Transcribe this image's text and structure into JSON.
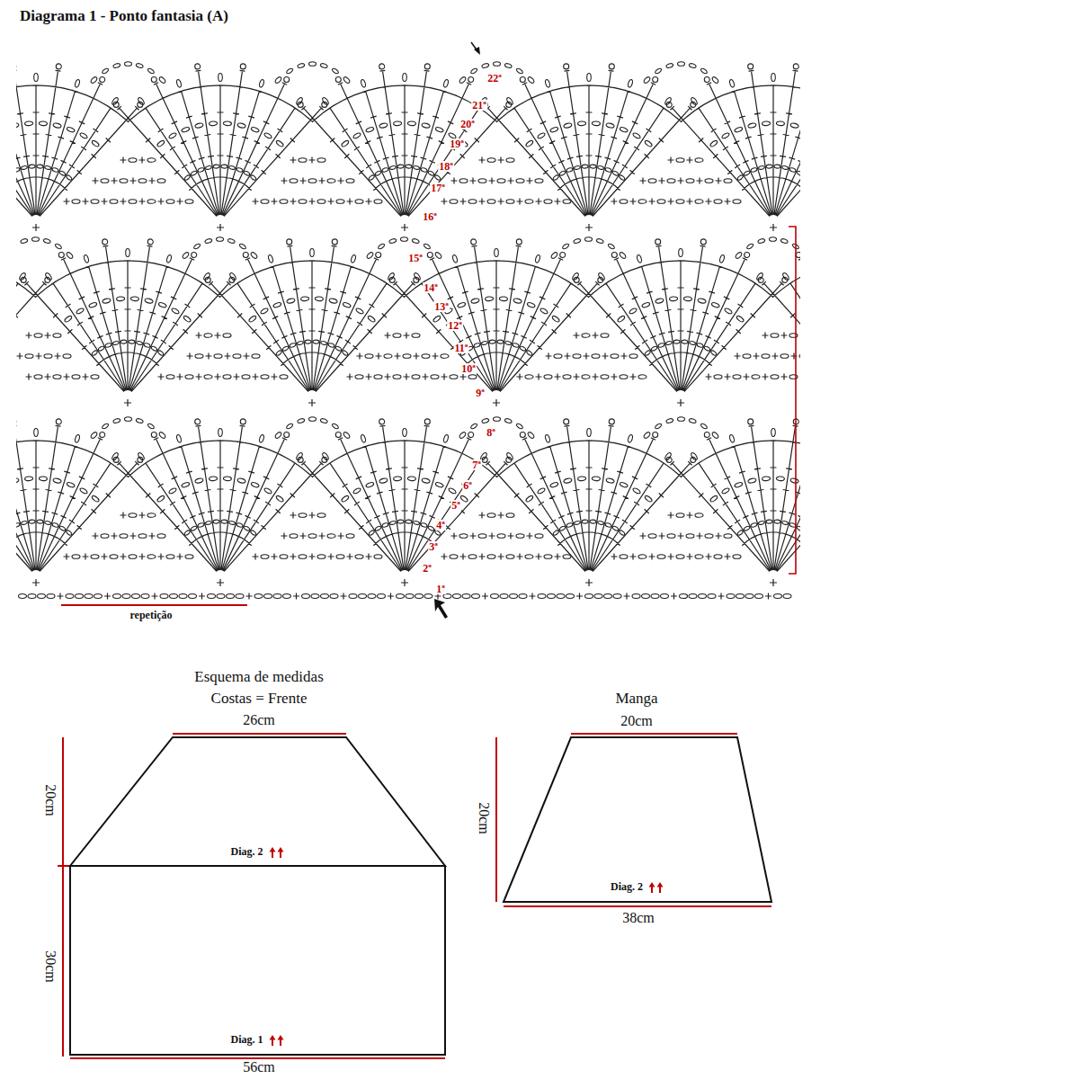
{
  "diagram": {
    "title": "Diagrama 1 - Ponto fantasia (A)",
    "nodes": [
      {
        "text": [
          "Diag. 2"
        ]
      },
      {
        "text": [
          "Diag. 1"
        ]
      },
      {
        "text": [
          "Diag. 2"
        ]
      }
    ],
    "labels": [
      "1ª",
      "2ª",
      "3ª",
      "4ª",
      "5ª",
      "6ª",
      "7ª",
      "8ª",
      "9ª",
      "10ª",
      "11ª",
      "12ª",
      "13ª",
      "14ª",
      "15ª",
      "16ª",
      "17ª",
      "18ª",
      "19ª",
      "20ª",
      "21ª",
      "22ª",
      "repetição",
      "Esquema de medidas",
      "Costas = Frente",
      "26cm",
      "20cm",
      "30cm",
      "56cm",
      "Manga",
      "20cm",
      "20cm",
      "38cm"
    ]
  }
}
